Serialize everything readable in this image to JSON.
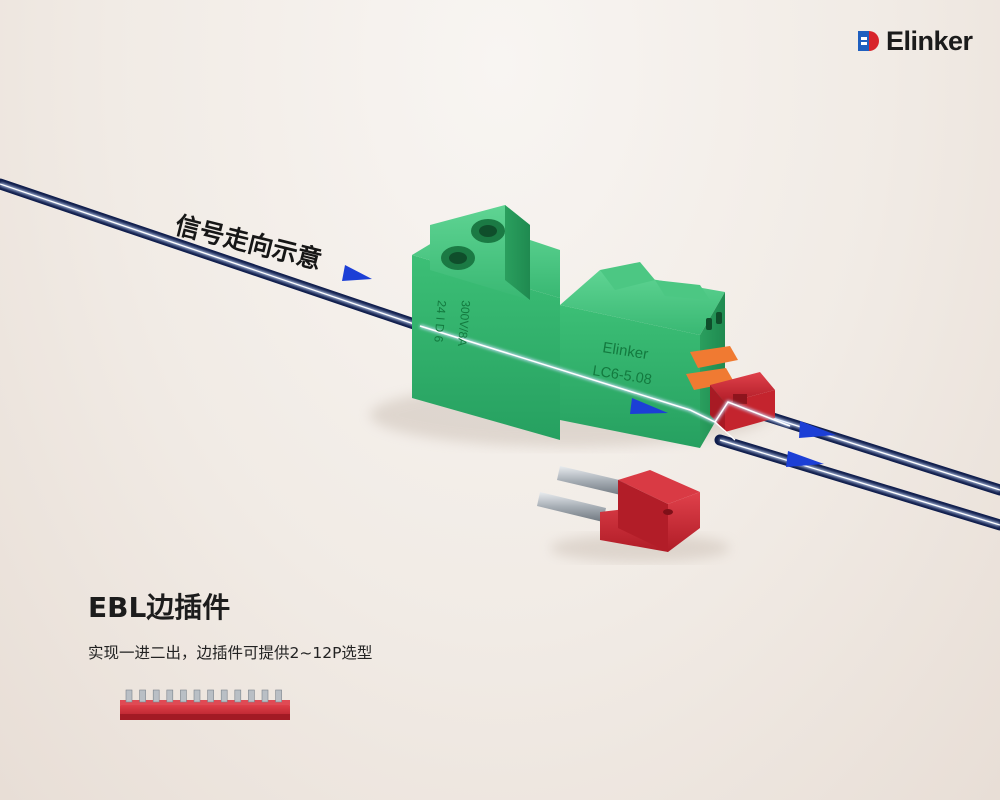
{
  "brand": {
    "name": "Elinker",
    "colors": {
      "blue": "#1f5fbf",
      "red": "#d8242b"
    }
  },
  "connector": {
    "model_label": "LC6-5.08",
    "brand_label": "Elinker",
    "side_label_rating": "300V/8A",
    "side_label_part": "24 I D 6",
    "body_color": "#2fb26a",
    "button_color": "#f07a32"
  },
  "wire": {
    "color": "#0d1b4a",
    "glow_color": "#cfe0ff",
    "arrow_color": "#1c3fd6"
  },
  "jumper": {
    "color": "#c9232e"
  },
  "annotation": {
    "signal_direction": "信号走向示意"
  },
  "product": {
    "title": "EBL边插件",
    "subtitle": "实现一进二出，边插件可提供2~12P选型"
  }
}
